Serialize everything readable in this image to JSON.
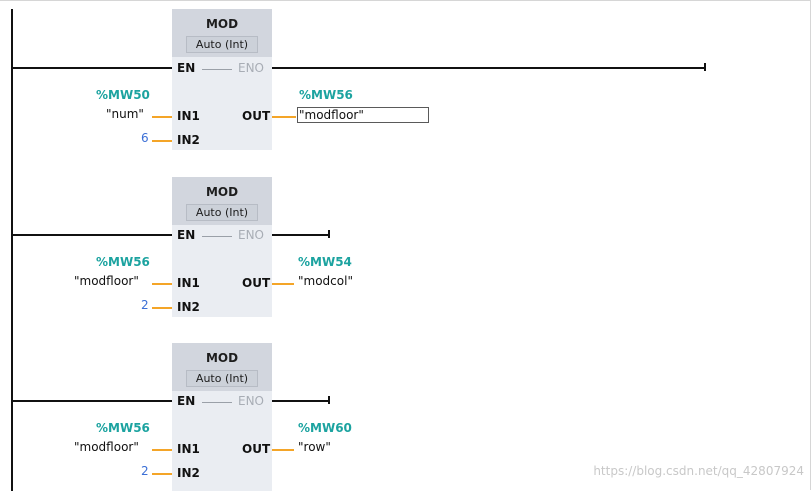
{
  "networks": [
    {
      "title": "MOD",
      "type": "Auto (Int)",
      "en": "EN",
      "eno": "ENO",
      "in1_label": "IN1",
      "in2_label": "IN2",
      "out_label": "OUT",
      "in1_addr": "%MW50",
      "in1_tag": "\"num\"",
      "in2_const": "6",
      "out_addr": "%MW56",
      "out_tag": "\"modfloor\""
    },
    {
      "title": "MOD",
      "type": "Auto (Int)",
      "en": "EN",
      "eno": "ENO",
      "in1_label": "IN1",
      "in2_label": "IN2",
      "out_label": "OUT",
      "in1_addr": "%MW56",
      "in1_tag": "\"modfloor\"",
      "in2_const": "2",
      "out_addr": "%MW54",
      "out_tag": "\"modcol\""
    },
    {
      "title": "MOD",
      "type": "Auto (Int)",
      "en": "EN",
      "eno": "ENO",
      "in1_label": "IN1",
      "in2_label": "IN2",
      "out_label": "OUT",
      "in1_addr": "%MW56",
      "in1_tag": "\"modfloor\"",
      "in2_const": "2",
      "out_addr": "%MW60",
      "out_tag": "\"row\""
    }
  ],
  "watermark": "https://blog.csdn.net/qq_42807924",
  "colors": {
    "address": "#1ca3a0",
    "constant": "#3b6fd6",
    "wire": "#111111",
    "pin_wire": "#f4a528",
    "block": "#eaedf2"
  }
}
